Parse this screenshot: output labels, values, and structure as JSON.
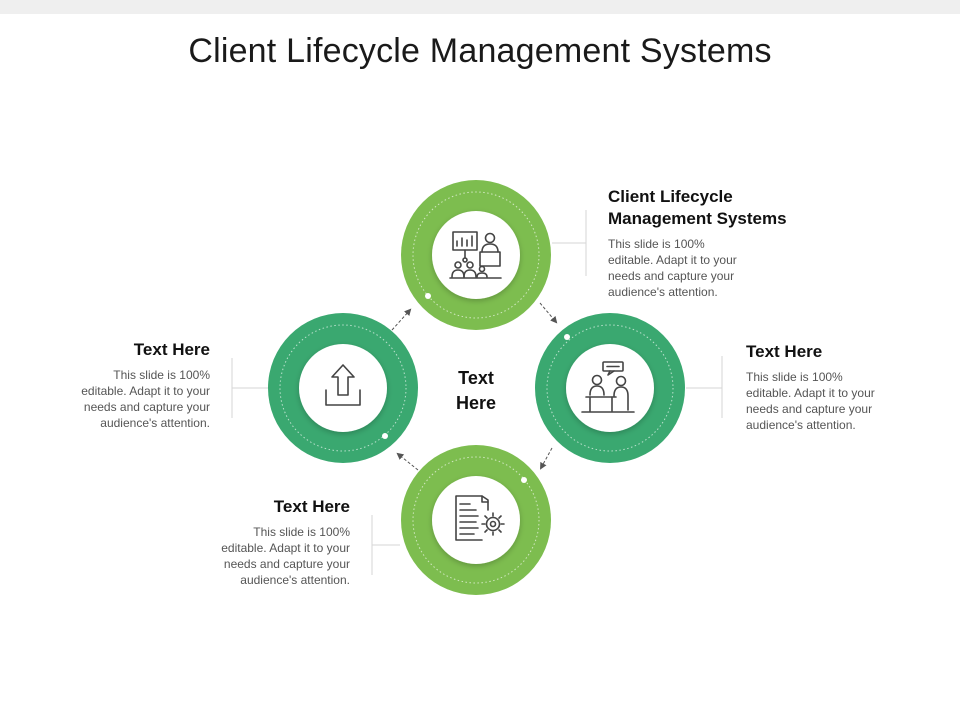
{
  "title": "Client Lifecycle Management Systems",
  "center": {
    "line1": "Text",
    "line2": "Here"
  },
  "colors": {
    "light_green": "#7dbd4f",
    "dark_green": "#3aa870",
    "connector": "#d6d6d6",
    "arrow": "#555555"
  },
  "blocks": {
    "top": {
      "heading1": "Client Lifecycle",
      "heading2": "Management Systems",
      "body": [
        "This slide is 100%",
        "editable. Adapt it to your",
        "needs and capture your",
        "audience's attention."
      ],
      "icon": "presentation-icon"
    },
    "right": {
      "heading": "Text Here",
      "body": [
        "This slide is 100%",
        "editable. Adapt it to your",
        "needs and capture your",
        "audience's attention."
      ],
      "icon": "meeting-icon"
    },
    "bottom": {
      "heading": "Text Here",
      "body": [
        "This slide is 100%",
        "editable. Adapt it to your",
        "needs and capture your",
        "audience's attention."
      ],
      "icon": "document-settings-icon"
    },
    "left": {
      "heading": "Text Here",
      "body": [
        "This slide is 100%",
        "editable. Adapt it to your",
        "needs and capture your",
        "audience's attention."
      ],
      "icon": "upload-icon"
    }
  }
}
